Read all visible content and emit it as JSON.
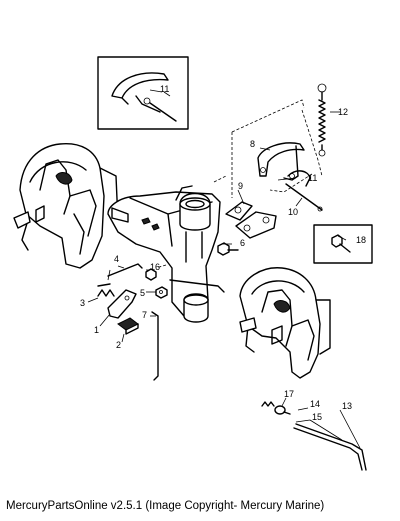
{
  "diagram": {
    "callouts": [
      "1",
      "2",
      "3",
      "4",
      "5",
      "6",
      "7",
      "8",
      "9",
      "10",
      "11",
      "11",
      "12",
      "13",
      "14",
      "15",
      "16",
      "17",
      "18"
    ]
  },
  "caption": "MercuryPartsOnline v2.5.1 (Image Copyright- Mercury Marine)"
}
